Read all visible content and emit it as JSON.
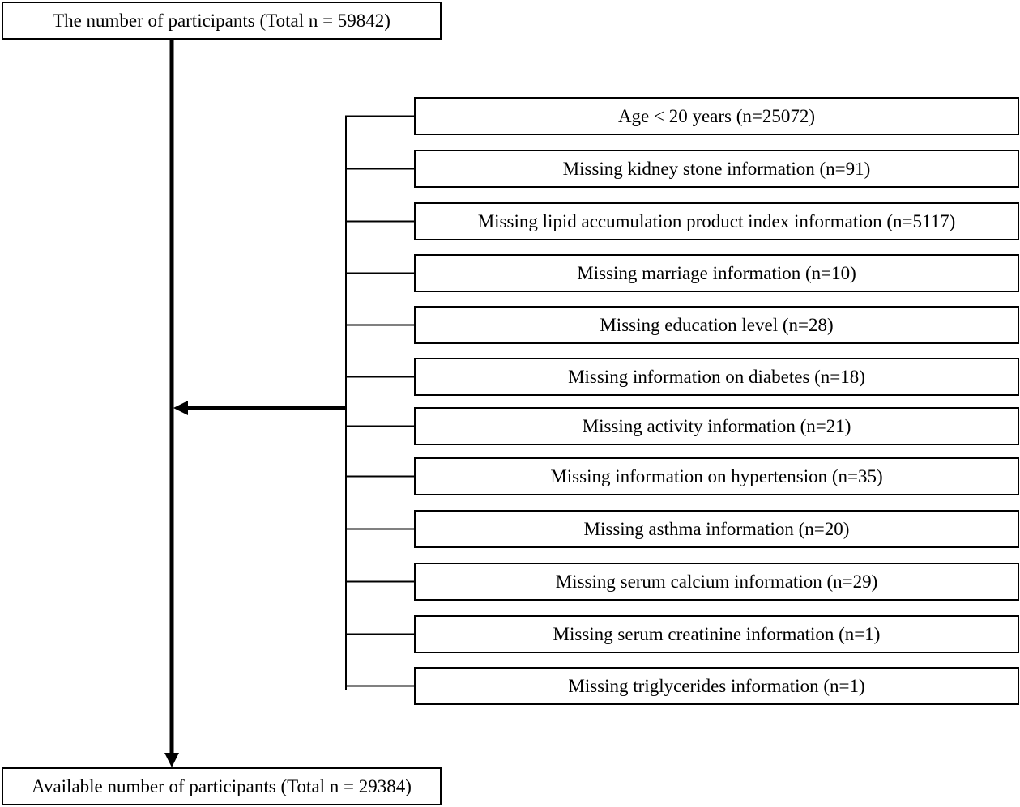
{
  "start": {
    "label": "The number of participants (Total n = 59842)"
  },
  "end": {
    "label": "Available number of participants (Total n = 29384)"
  },
  "exclusions": [
    {
      "label": "Age < 20 years (n=25072)"
    },
    {
      "label": "Missing kidney stone information (n=91)"
    },
    {
      "label": "Missing lipid accumulation product index information (n=5117)"
    },
    {
      "label": "Missing marriage information (n=10)"
    },
    {
      "label": "Missing education level (n=28)"
    },
    {
      "label": "Missing information on diabetes (n=18)"
    },
    {
      "label": "Missing activity information (n=21)"
    },
    {
      "label": "Missing information on hypertension (n=35)"
    },
    {
      "label": "Missing asthma information (n=20)"
    },
    {
      "label": "Missing serum calcium information (n=29)"
    },
    {
      "label": "Missing serum creatinine information (n=1)"
    },
    {
      "label": "Missing triglycerides information (n=1)"
    }
  ],
  "colors": {
    "line": "#000000",
    "box_border": "#000000",
    "background": "#ffffff"
  }
}
